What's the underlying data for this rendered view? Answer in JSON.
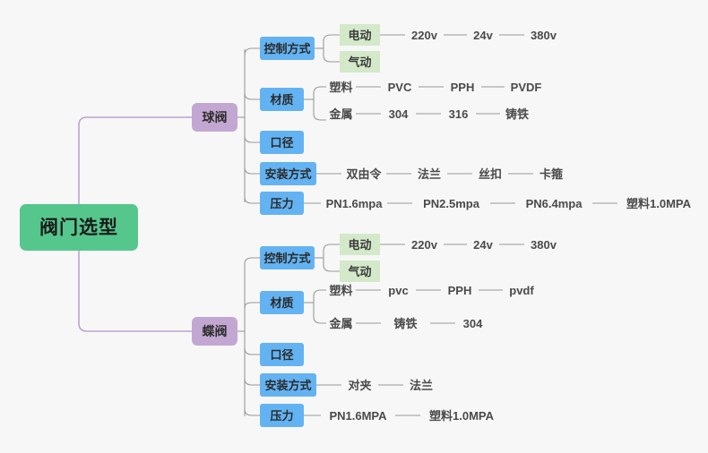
{
  "mindmap": {
    "title": "阀门选型",
    "background_color": "#f7f7f7",
    "colors": {
      "root": "#55c78d",
      "level2": "#c3a7d3",
      "level3": "#63b3f2",
      "level4_green": "#d3e9c9",
      "connector_root": "#bda4cf",
      "connector": "#9a9a9a",
      "text": "#3c3c3c"
    },
    "root": {
      "label": "阀门选型"
    },
    "branches": [
      {
        "label": "球阀",
        "children": [
          {
            "label": "控制方式",
            "children": [
              {
                "label": "电动",
                "children": [
                  {
                    "label": "220v"
                  },
                  {
                    "label": "24v"
                  },
                  {
                    "label": "380v"
                  }
                ]
              },
              {
                "label": "气动",
                "children": []
              }
            ]
          },
          {
            "label": "材质",
            "children": [
              {
                "label": "塑料",
                "children": [
                  {
                    "label": "PVC"
                  },
                  {
                    "label": "PPH"
                  },
                  {
                    "label": "PVDF"
                  }
                ]
              },
              {
                "label": "金属",
                "children": [
                  {
                    "label": "304"
                  },
                  {
                    "label": "316"
                  },
                  {
                    "label": "铸铁"
                  }
                ]
              }
            ]
          },
          {
            "label": "口径",
            "children": []
          },
          {
            "label": "安装方式",
            "children": [
              {
                "label": "双由令"
              },
              {
                "label": "法兰"
              },
              {
                "label": "丝扣"
              },
              {
                "label": "卡箍"
              }
            ]
          },
          {
            "label": "压力",
            "children": [
              {
                "label": "PN1.6mpa"
              },
              {
                "label": "PN2.5mpa"
              },
              {
                "label": "PN6.4mpa"
              },
              {
                "label": "塑料1.0MPA"
              }
            ]
          }
        ]
      },
      {
        "label": "蝶阀",
        "children": [
          {
            "label": "控制方式",
            "children": [
              {
                "label": "电动",
                "children": [
                  {
                    "label": "220v"
                  },
                  {
                    "label": "24v"
                  },
                  {
                    "label": "380v"
                  }
                ]
              },
              {
                "label": "气动",
                "children": []
              }
            ]
          },
          {
            "label": "材质",
            "children": [
              {
                "label": "塑料",
                "children": [
                  {
                    "label": "pvc"
                  },
                  {
                    "label": "PPH"
                  },
                  {
                    "label": "pvdf"
                  }
                ]
              },
              {
                "label": "金属",
                "children": [
                  {
                    "label": "铸铁"
                  },
                  {
                    "label": "304"
                  }
                ]
              }
            ]
          },
          {
            "label": "口径",
            "children": []
          },
          {
            "label": "安装方式",
            "children": [
              {
                "label": "对夹"
              },
              {
                "label": "法兰"
              }
            ]
          },
          {
            "label": "压力",
            "children": [
              {
                "label": "PN1.6MPA"
              },
              {
                "label": "塑料1.0MPA"
              }
            ]
          }
        ]
      }
    ]
  }
}
